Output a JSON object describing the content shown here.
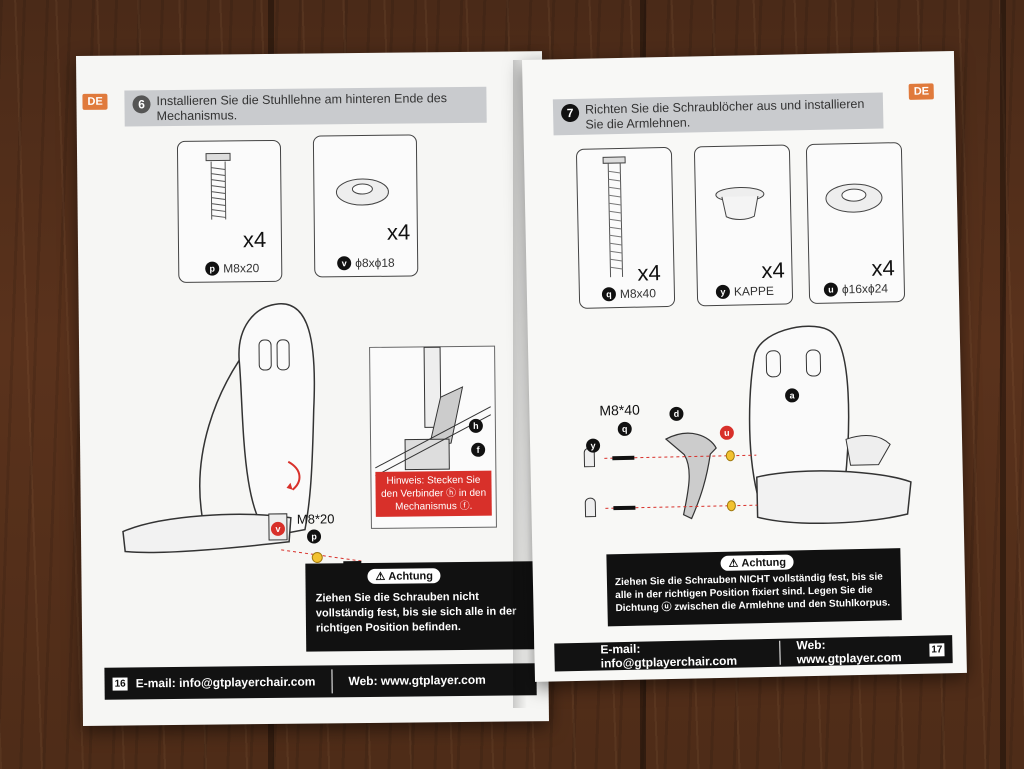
{
  "left_page": {
    "lang_badge": "DE",
    "step": {
      "number": "6",
      "text": "Installieren Sie die Stuhllehne am hinteren Ende des Mechanismus."
    },
    "parts": [
      {
        "letter": "p",
        "label": "M8x20",
        "qty": "x4"
      },
      {
        "letter": "v",
        "label": "ϕ8xϕ18",
        "qty": "x4"
      }
    ],
    "diagram": {
      "bolt_callout": "M8*20",
      "letters": [
        "v",
        "p"
      ]
    },
    "detail": {
      "letters": [
        "h",
        "f"
      ],
      "hint": "Hinweis: Stecken Sie den Verbinder ⓗ in den Mechanismus ⓕ."
    },
    "warning": {
      "tag": "Achtung",
      "text": "Ziehen Sie die Schrauben nicht vollständig fest, bis sie sich alle in der richtigen Position befinden."
    },
    "footer": {
      "page": "16",
      "email": "E-mail: info@gtplayerchair.com",
      "web": "Web: www.gtplayer.com"
    }
  },
  "right_page": {
    "lang_badge": "DE",
    "step": {
      "number": "7",
      "text": "Richten Sie die Schraublöcher aus und installieren Sie die Armlehnen."
    },
    "parts": [
      {
        "letter": "q",
        "label": "M8x40",
        "qty": "x4"
      },
      {
        "letter": "y",
        "label": "KAPPE",
        "qty": "x4"
      },
      {
        "letter": "u",
        "label": "ϕ16xϕ24",
        "qty": "x4"
      }
    ],
    "diagram": {
      "bolt_callout": "M8*40",
      "letters": [
        "y",
        "q",
        "d",
        "u",
        "a"
      ]
    },
    "warning": {
      "tag": "Achtung",
      "text": "Ziehen Sie die Schrauben NICHT vollständig fest, bis sie alle in der richtigen Position fixiert sind. Legen Sie die Dichtung ⓤ zwischen die Armlehne und den Stuhlkorpus."
    },
    "footer": {
      "email": "E-mail: info@gtplayerchair.com",
      "web": "Web: www.gtplayer.com",
      "page": "17"
    }
  },
  "colors": {
    "accent_orange": "#e07a3c",
    "warning_red": "#d8302a",
    "footer_black": "#121212",
    "washer_yellow": "#f2c230"
  }
}
